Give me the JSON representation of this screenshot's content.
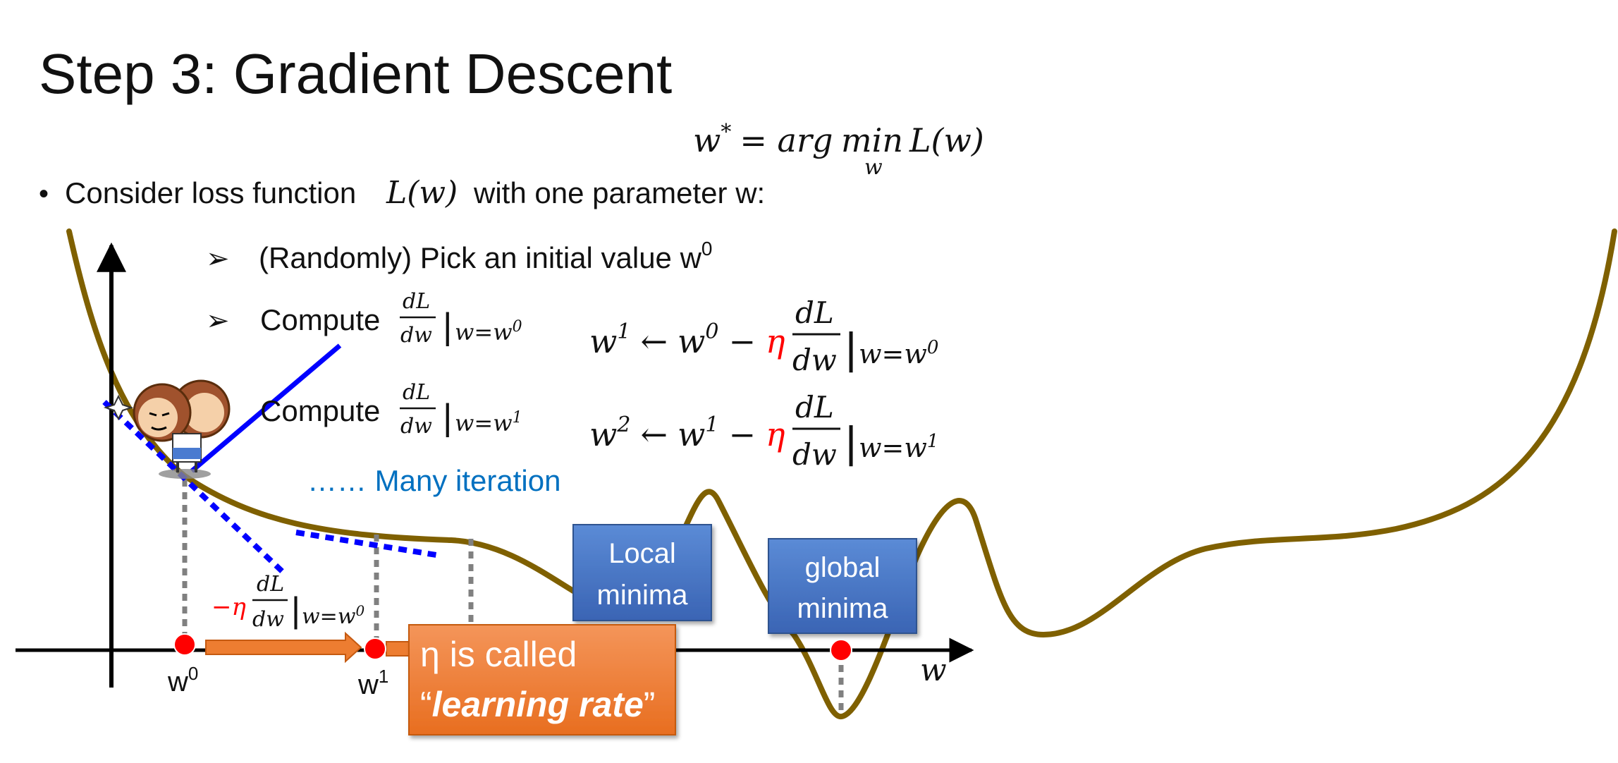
{
  "slide": {
    "title": "Step 3: Gradient Descent",
    "objective": {
      "w": "w",
      "star": "*",
      "eq": "= arg",
      "min": "min",
      "sub": "w",
      "loss": "L(w)"
    },
    "bullet": {
      "dot": "•",
      "before": "Consider loss function",
      "math": "L(w)",
      "after": "with one parameter w:"
    },
    "steps": [
      {
        "arrow": "➢",
        "text": "(Randomly) Pick an initial value w",
        "sup": "0"
      },
      {
        "arrow": "➢",
        "text": "Compute"
      },
      {
        "text": "Compute"
      }
    ],
    "derivative": {
      "num": "dL",
      "den": "dw",
      "bar": "|",
      "eval0": "w=w",
      "eval0_sup": "0",
      "eval1": "w=w",
      "eval1_sup": "1"
    },
    "update_rules": [
      {
        "lhs": "w",
        "lhs_sup": "1",
        "arrow": "←",
        "rhs": "w",
        "rhs_sup": "0",
        "minus": "−",
        "eta": "η"
      },
      {
        "lhs": "w",
        "lhs_sup": "2",
        "arrow": "←",
        "rhs": "w",
        "rhs_sup": "1",
        "minus": "−",
        "eta": "η"
      }
    ],
    "many_iteration": "…… Many iteration",
    "step_label": {
      "neg_eta": "−η"
    },
    "axis": {
      "x_label": "w",
      "ticks": [
        {
          "label": "w",
          "sup": "0"
        },
        {
          "label": "w",
          "sup": "1"
        }
      ]
    },
    "callouts": {
      "local": [
        "Local",
        "minima"
      ],
      "global": [
        "global",
        "minima"
      ],
      "learning_rate": {
        "line1": "η is called",
        "line2_open": "“",
        "line2": "learning rate",
        "line2_close": "”"
      }
    },
    "colors": {
      "curve": "#7F6000",
      "tangent": "#0000FF",
      "eta": "#FF0000",
      "iteration": "#0070C0",
      "callout_blue": "#4472C4",
      "callout_orange": "#ED7D31",
      "point": "#FF0000"
    },
    "icons": [
      "cartoon-character-icon"
    ]
  }
}
